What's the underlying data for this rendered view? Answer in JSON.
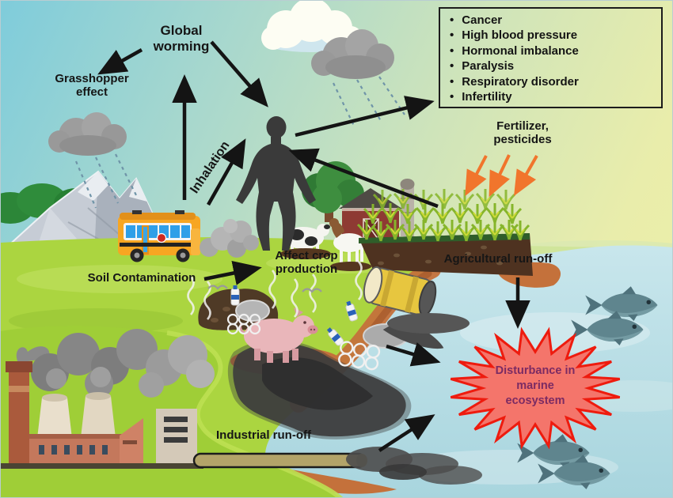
{
  "figure": {
    "type": "environmental-pollution-pathways-diagram"
  },
  "labels": {
    "global_warming": "Global\nworming",
    "grasshopper_effect": "Grasshopper\neffect",
    "inhalation": "Inhalation",
    "fertilizer_pesticides": "Fertilizer,\npesticides",
    "soil_contamination": "Soil Contamination",
    "affect_crop_production": "Affect crop\nproduction",
    "agricultural_runoff": "Agricultural run-off",
    "industrial_runoff": "Industrial run-off",
    "marine_disturbance": "Disturbance in\nmarine\necosystem"
  },
  "health_effects": {
    "items": [
      "Cancer",
      "High blood pressure",
      "Hormonal imbalance",
      "Paralysis",
      "Respiratory disorder",
      "Infertility"
    ]
  },
  "colors": {
    "arrow_black": "#141414",
    "arrow_orange": "#f1752c",
    "starburst_fill": "#f4756b",
    "starburst_stroke": "#ee1b0e",
    "starburst_text": "#7b2b63",
    "sky_blue": "#7fccdb",
    "sky_yellow": "#eeefa6",
    "grass_green": "#a6d23c",
    "water_blue": "#b7dde4"
  }
}
